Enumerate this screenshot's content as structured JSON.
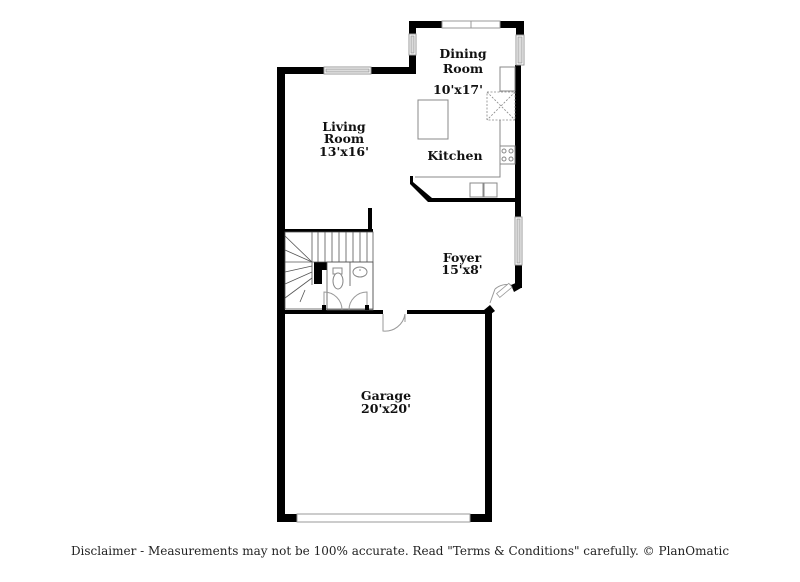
{
  "floor_plan": {
    "rooms": [
      {
        "id": "dining",
        "name_line1": "Dining",
        "name_line2": "Room",
        "size": "10'x17'"
      },
      {
        "id": "living",
        "name_line1": "Living",
        "name_line2": "Room",
        "size": "13'x16'"
      },
      {
        "id": "kitchen",
        "name_line1": "Kitchen",
        "name_line2": "",
        "size": ""
      },
      {
        "id": "foyer",
        "name_line1": "Foyer",
        "name_line2": "",
        "size": "15'x8'"
      },
      {
        "id": "garage",
        "name_line1": "Garage",
        "name_line2": "",
        "size": "20'x20'"
      }
    ]
  },
  "footer": {
    "disclaimer": "Disclaimer - Measurements may not be 100% accurate. Read \"Terms & Conditions\" carefully. © PlanOmatic"
  }
}
